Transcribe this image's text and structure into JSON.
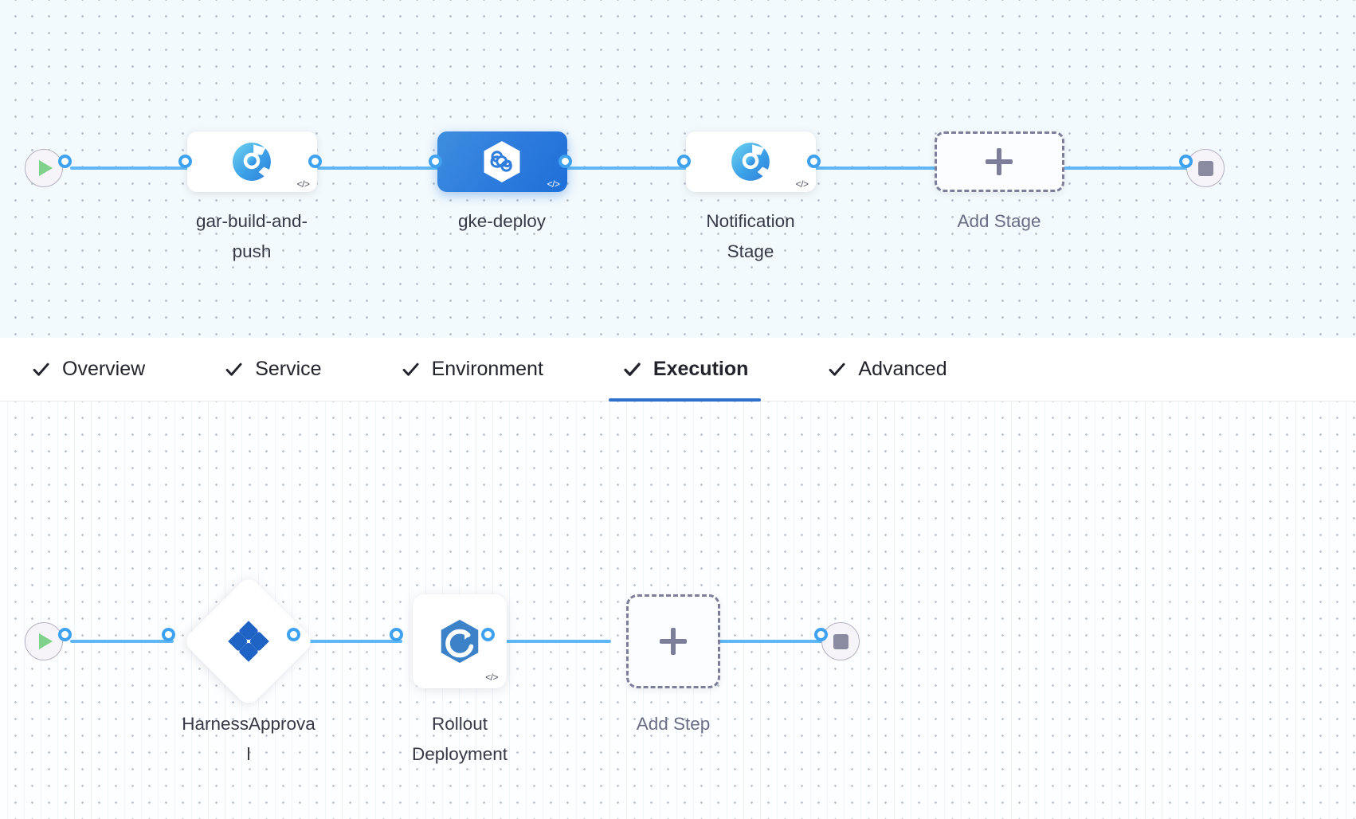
{
  "theme": {
    "canvas_top_bg": "#f3fafd",
    "canvas_bottom_bg": "#fdfeff",
    "edge_color": "#5fb8f5",
    "port_color": "#3ea2f0",
    "selected_node_color": "#2f7ddd",
    "active_tab_underline": "#2c70c9",
    "dashed_border_color": "#7c7e9a",
    "label_color": "#383946"
  },
  "pipeline_stages": {
    "start_node": {
      "icon": "play-icon",
      "label": ""
    },
    "end_node": {
      "icon": "stop-icon",
      "label": ""
    },
    "nodes": [
      {
        "id": "gar-build-and-push",
        "label": "gar-build-and-push",
        "icon": "harness-ci-build-icon",
        "selected": false,
        "code_badge": "</>"
      },
      {
        "id": "gke-deploy",
        "label": "gke-deploy",
        "icon": "harness-cd-hexagon-icon",
        "selected": true,
        "code_badge": "</>"
      },
      {
        "id": "notification-stage",
        "label": "Notification Stage",
        "icon": "harness-ci-build-icon",
        "selected": false,
        "code_badge": "</>"
      }
    ],
    "add_stage": {
      "label": "Add Stage",
      "icon": "plus-icon"
    }
  },
  "tabs": [
    {
      "id": "overview",
      "label": "Overview",
      "icon": "check-icon",
      "active": false
    },
    {
      "id": "service",
      "label": "Service",
      "icon": "check-icon",
      "active": false
    },
    {
      "id": "environment",
      "label": "Environment",
      "icon": "check-icon",
      "active": false
    },
    {
      "id": "execution",
      "label": "Execution",
      "icon": "check-icon",
      "active": true
    },
    {
      "id": "advanced",
      "label": "Advanced",
      "icon": "check-icon",
      "active": false
    }
  ],
  "execution_steps": {
    "start_node": {
      "icon": "play-icon",
      "label": ""
    },
    "end_node": {
      "icon": "stop-icon",
      "label": ""
    },
    "nodes": [
      {
        "id": "harness-approval",
        "label": "HarnessApproval",
        "icon": "harness-approval-icon",
        "shape": "diamond",
        "code_badge": ""
      },
      {
        "id": "rollout-deployment",
        "label": "Rollout Deployment",
        "icon": "kubernetes-rollout-icon",
        "shape": "square",
        "code_badge": "</>"
      }
    ],
    "add_step": {
      "label": "Add Step",
      "icon": "plus-icon"
    }
  }
}
